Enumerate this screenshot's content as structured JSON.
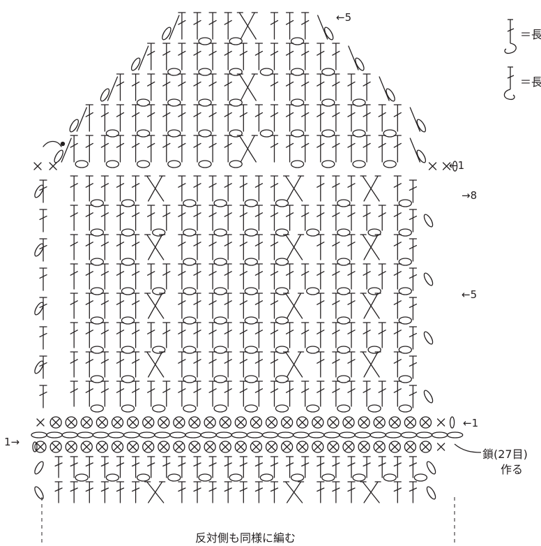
{
  "legend": {
    "items": [
      {
        "symbol": "front-post-dc-icon",
        "text": "＝長"
      },
      {
        "symbol": "back-post-dc-icon",
        "text": "＝長"
      }
    ]
  },
  "row_labels": {
    "top": "←5",
    "upper_right_1": "←1",
    "upper_right_8": "→8",
    "mid_right_5": "←5",
    "foundation_right_1": "←1",
    "foundation_left_1": "1→"
  },
  "chain_note_line1": "鎖(27目)",
  "chain_note_line2": "作る",
  "bottom_note": "反対側も同様に編む",
  "chart_meta": {
    "columns": 27,
    "body_rows": 8,
    "yoke_rows": 5,
    "lower_rows": 2,
    "ink_color": "#231f20"
  }
}
